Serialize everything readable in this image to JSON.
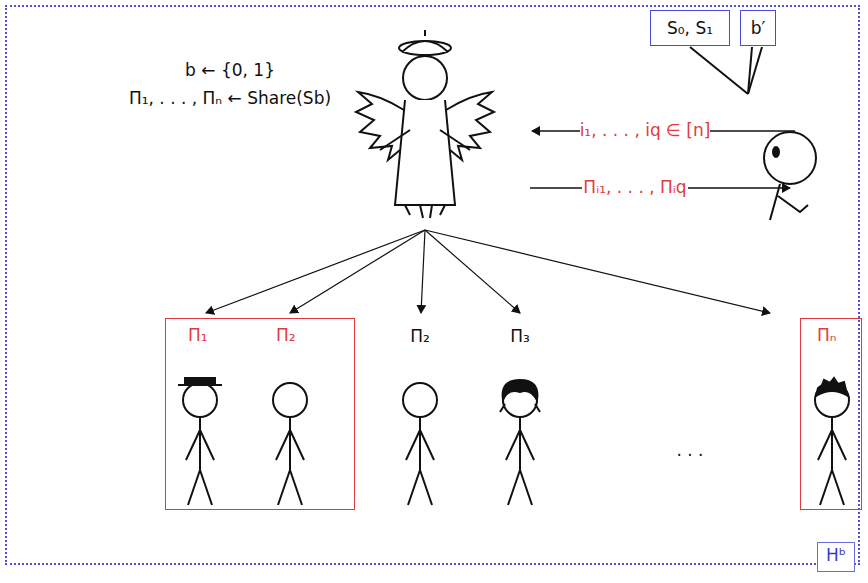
{
  "diagram": {
    "nodes": [
      {
        "text": [
          "Hᵇ"
        ]
      },
      {
        "text": [
          "S₀, S₁"
        ],
        "in": 0
      },
      {
        "text": [
          "b′"
        ],
        "in": 0
      },
      {
        "text": [
          "Π₁",
          "Π₂"
        ],
        "in": 0
      },
      {
        "text": [
          "Πₙ"
        ],
        "in": 0
      }
    ],
    "labels": [
      "b ← {0, 1}",
      "Π₁, . . . , Πₙ ← Share(Sb)",
      "i₁, . . . , iq ∈ [n]",
      "Πᵢ₁, . . . , Πᵢq",
      "Π₂",
      "Π₃",
      ". . ."
    ]
  }
}
